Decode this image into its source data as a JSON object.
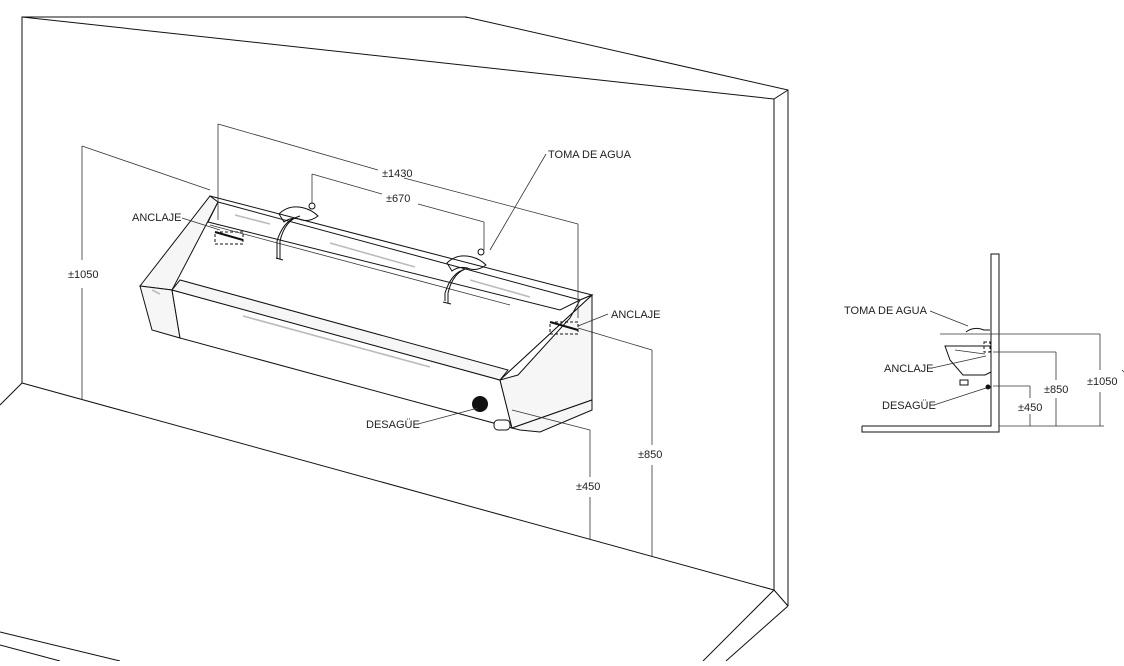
{
  "iso_view": {
    "labels": {
      "dim_1430": "±1430",
      "dim_670": "±670",
      "dim_1050": "±1050",
      "dim_850": "±850",
      "dim_450": "±450",
      "toma_de_agua": "TOMA DE AGUA",
      "anclaje_left": "ANCLAJE",
      "anclaje_right": "ANCLAJE",
      "desague": "DESAGÜE"
    }
  },
  "side_view": {
    "labels": {
      "toma_de_agua": "TOMA DE AGUA",
      "anclaje": "ANCLAJE",
      "desague": "DESAGÜE",
      "dim_850": "±850",
      "dim_450": "±450",
      "dim_1050": "±1050"
    }
  }
}
